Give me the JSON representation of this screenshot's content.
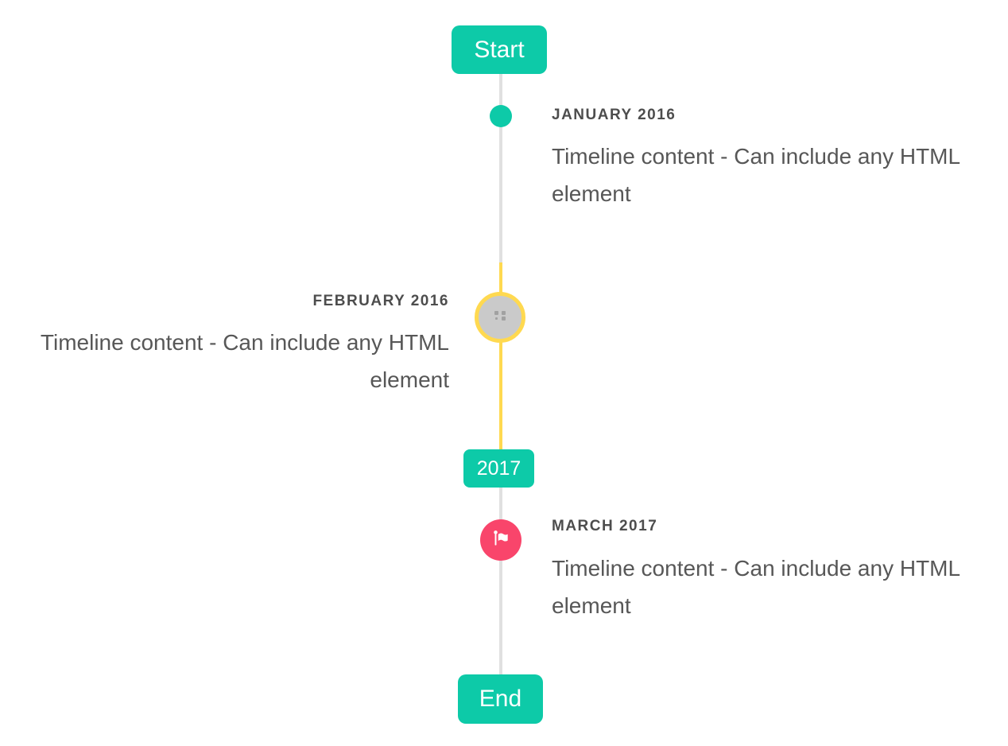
{
  "timeline": {
    "start_badge": "Start",
    "year_badge": "2017",
    "end_badge": "End",
    "items": [
      {
        "title": "JANUARY 2016",
        "content": "Timeline content - Can include any HTML element",
        "side": "right",
        "marker": "teal-dot"
      },
      {
        "title": "FEBRUARY 2016",
        "content": "Timeline content - Can include any HTML element",
        "side": "left",
        "marker": "gray-circle-with-broken-image-icon"
      },
      {
        "title": "MARCH 2017",
        "content": "Timeline content - Can include any HTML element",
        "side": "right",
        "marker": "pink-flag-circle"
      }
    ],
    "colors": {
      "accent_teal": "#0dcaa8",
      "highlight_yellow": "#ffd950",
      "flag_pink": "#f9456b",
      "line_gray": "#e0e0e0",
      "marker_gray": "#cacaca",
      "title_text": "#4d4d4d",
      "content_text": "#575757",
      "badge_text": "#ffffff"
    }
  }
}
